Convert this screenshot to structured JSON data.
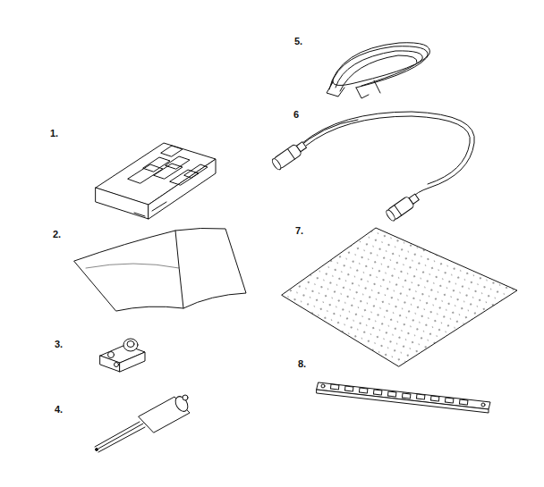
{
  "diagram": {
    "labels": [
      "1.",
      "2.",
      "3.",
      "4.",
      "5.",
      "6",
      "7.",
      "8."
    ]
  }
}
